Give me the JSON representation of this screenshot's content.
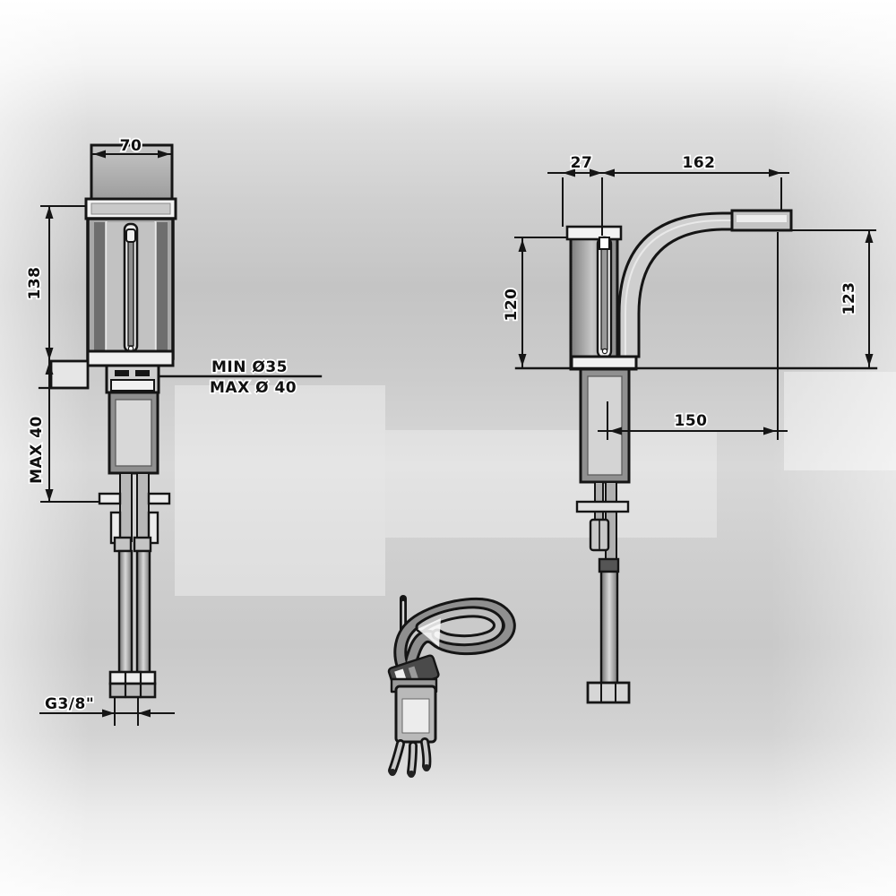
{
  "colors": {
    "line": "#151515",
    "background": "#d6d6d6",
    "fill_light": "#efefef",
    "fill_mid": "#a9a9a9",
    "fill_dark": "#6d6d6d"
  },
  "front_view": {
    "dims": {
      "top_width": "70",
      "body_height": "138",
      "max_deck_thickness": "MAX 40",
      "min_hole": "MIN Ø35",
      "max_hole": "MAX Ø 40",
      "thread": "G3/8\""
    }
  },
  "side_view": {
    "dims": {
      "back_to_lever": "27",
      "lever_to_spout_end": "162",
      "body_height": "120",
      "outlet_height": "123",
      "spout_reach": "150"
    }
  }
}
